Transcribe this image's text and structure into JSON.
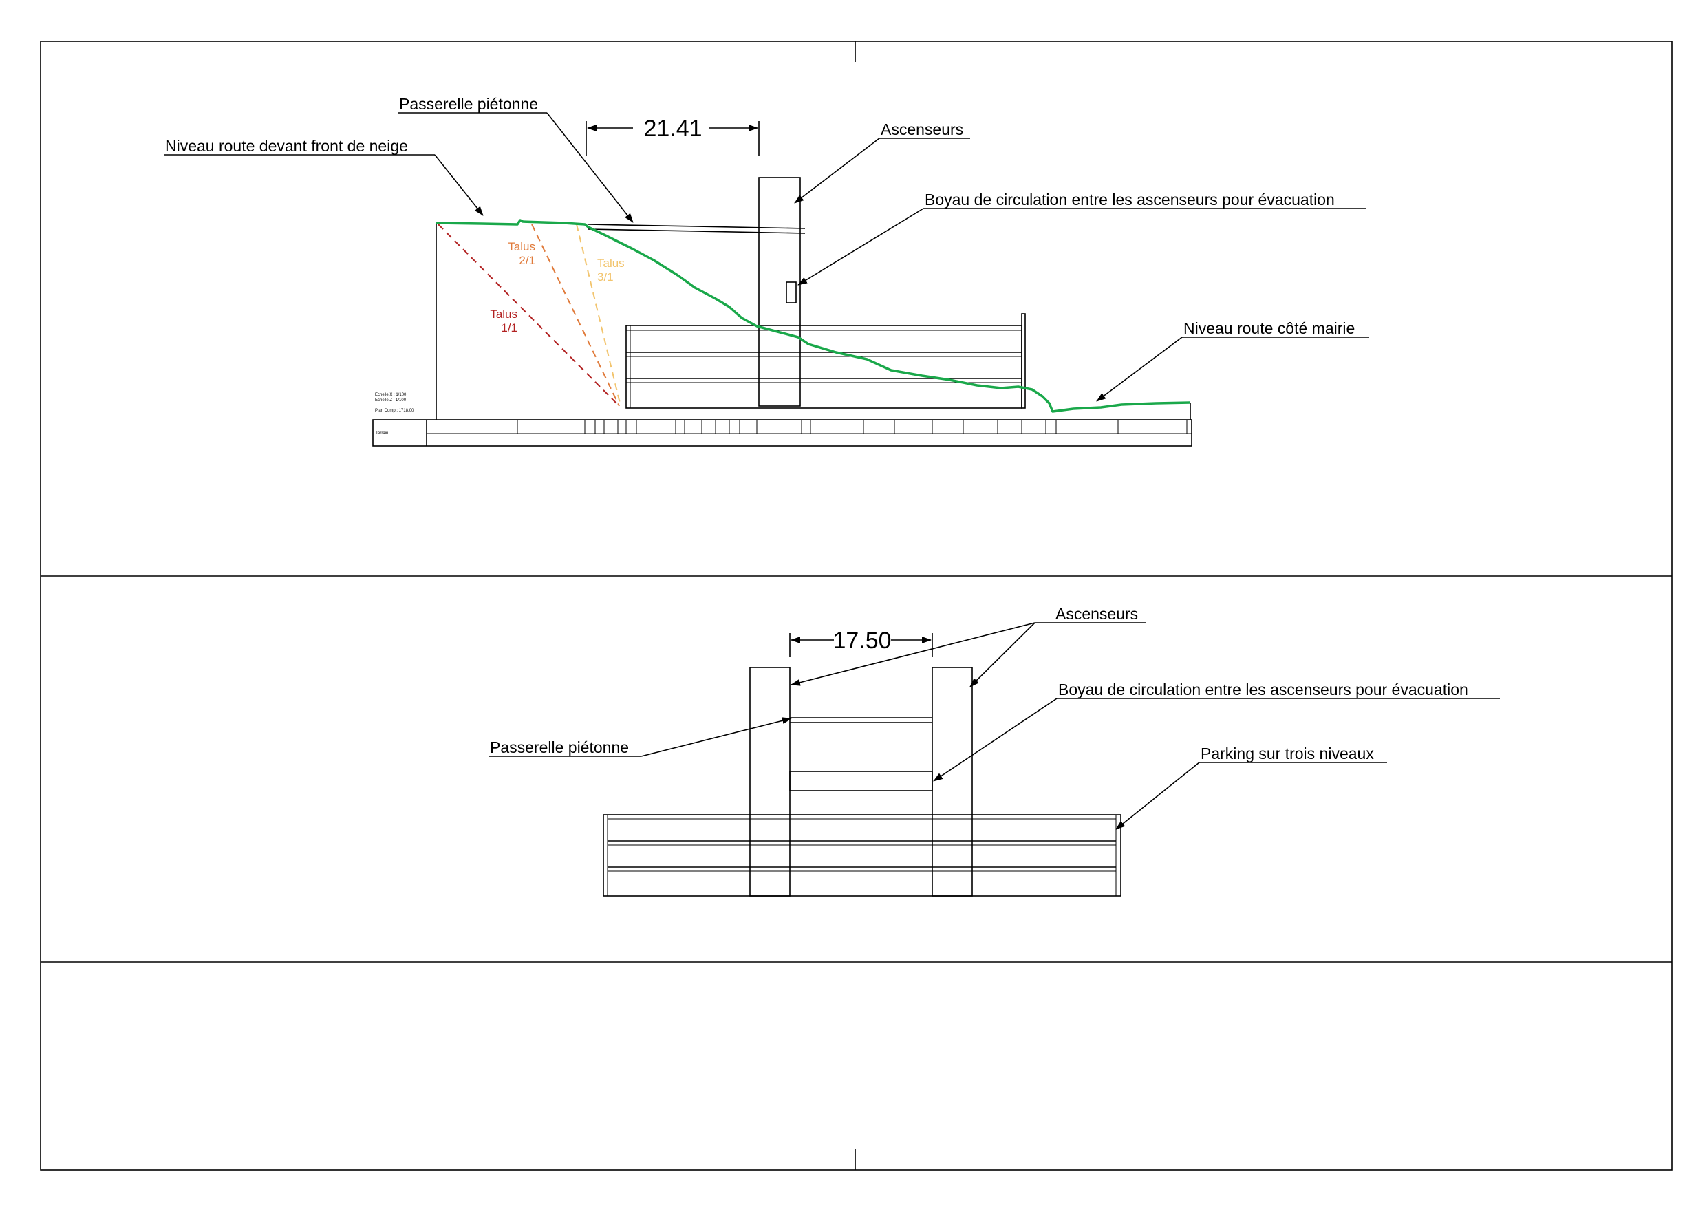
{
  "section_top": {
    "labels": {
      "passerelle": "Passerelle piétonne",
      "niveau_front": "Niveau route devant front de neige",
      "ascenseurs": "Ascenseurs",
      "boyau": "Boyau de circulation entre les ascenseurs pour évacuation",
      "niveau_mairie": "Niveau route côté mairie"
    },
    "dimension": "21.41",
    "talus": [
      {
        "line1": "Talus",
        "line2": "2/1",
        "color": "#e07a3a"
      },
      {
        "line1": "Talus",
        "line2": "3/1",
        "color": "#f2c46d"
      },
      {
        "line1": "Talus",
        "line2": "1/1",
        "color": "#b22222"
      }
    ],
    "profile_notes": {
      "echelle_x": "Echelle X : 1/100",
      "echelle_z": "Echelle Z : 1/100",
      "plan_comp": "Plan Comp : 1718.00",
      "terrain": "Terrain"
    },
    "terrain_color": "#1aa84a"
  },
  "section_bottom": {
    "labels": {
      "ascenseurs": "Ascenseurs",
      "boyau": "Boyau de circulation entre les ascenseurs pour évacuation",
      "passerelle": "Passerelle piétonne",
      "parking": "Parking sur trois niveaux"
    },
    "dimension": "17.50"
  }
}
